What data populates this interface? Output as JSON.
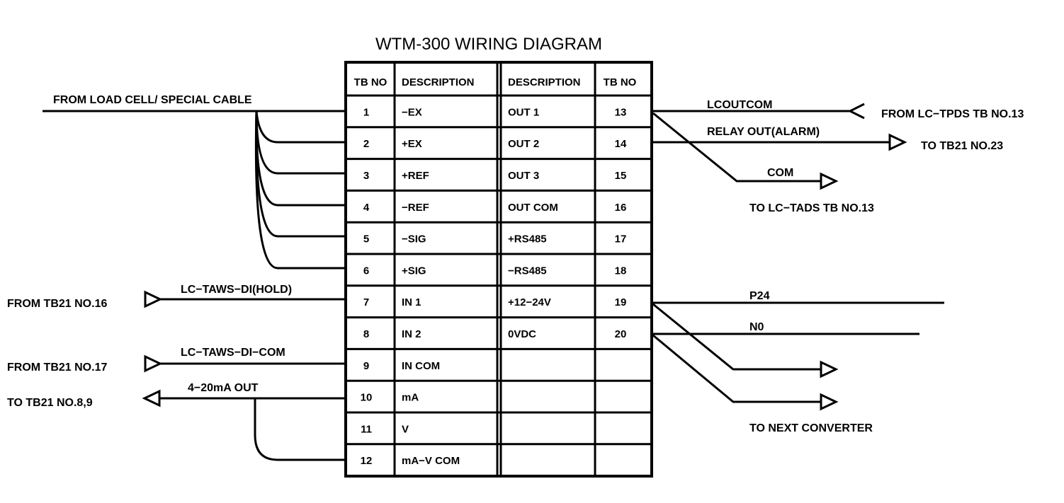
{
  "title": "WTM-300 WIRING DIAGRAM",
  "table": {
    "headers": {
      "left_tb": "TB NO",
      "left_desc": "DESCRIPTION",
      "right_desc": "DESCRIPTION",
      "right_tb": "TB NO"
    },
    "rows": [
      {
        "left_tb": "1",
        "left_desc": "−EX",
        "right_desc": "OUT 1",
        "right_tb": "13"
      },
      {
        "left_tb": "2",
        "left_desc": "+EX",
        "right_desc": "OUT 2",
        "right_tb": "14"
      },
      {
        "left_tb": "3",
        "left_desc": "+REF",
        "right_desc": "OUT 3",
        "right_tb": "15"
      },
      {
        "left_tb": "4",
        "left_desc": "−REF",
        "right_desc": "OUT COM",
        "right_tb": "16"
      },
      {
        "left_tb": "5",
        "left_desc": "−SIG",
        "right_desc": "+RS485",
        "right_tb": "17"
      },
      {
        "left_tb": "6",
        "left_desc": "+SIG",
        "right_desc": "−RS485",
        "right_tb": "18"
      },
      {
        "left_tb": "7",
        "left_desc": "IN 1",
        "right_desc": "+12−24V",
        "right_tb": "19"
      },
      {
        "left_tb": "8",
        "left_desc": "IN 2",
        "right_desc": "0VDC",
        "right_tb": "20"
      },
      {
        "left_tb": "9",
        "left_desc": "IN COM",
        "right_desc": "",
        "right_tb": ""
      },
      {
        "left_tb": "10",
        "left_desc": "mA",
        "right_desc": "",
        "right_tb": ""
      },
      {
        "left_tb": "11",
        "left_desc": "V",
        "right_desc": "",
        "right_tb": ""
      },
      {
        "left_tb": "12",
        "left_desc": "mA−V COM",
        "right_desc": "",
        "right_tb": ""
      }
    ]
  },
  "labels": {
    "load_cell": "FROM LOAD CELL/  SPECIAL CABLE",
    "hold_wire": "LC−TAWS−DI(HOLD)",
    "from_tb21_16": "FROM TB21 NO.16",
    "di_com_wire": "LC−TAWS−DI−COM",
    "from_tb21_17": "FROM TB21 NO.17",
    "ma_out_wire": "4−20mA OUT",
    "to_tb21_89": "TO TB21 NO.8,9",
    "lcoutcom": "LCOUTCOM",
    "from_lc_tpds": "FROM LC−TPDS TB NO.13",
    "relay_out": "RELAY OUT(ALARM)",
    "to_tb21_23": "TO TB21 NO.23",
    "com": "COM",
    "to_lc_tads": "TO LC−TADS TB NO.13",
    "p24": "P24",
    "n0": "N0",
    "to_next_converter": "TO NEXT CONVERTER"
  }
}
